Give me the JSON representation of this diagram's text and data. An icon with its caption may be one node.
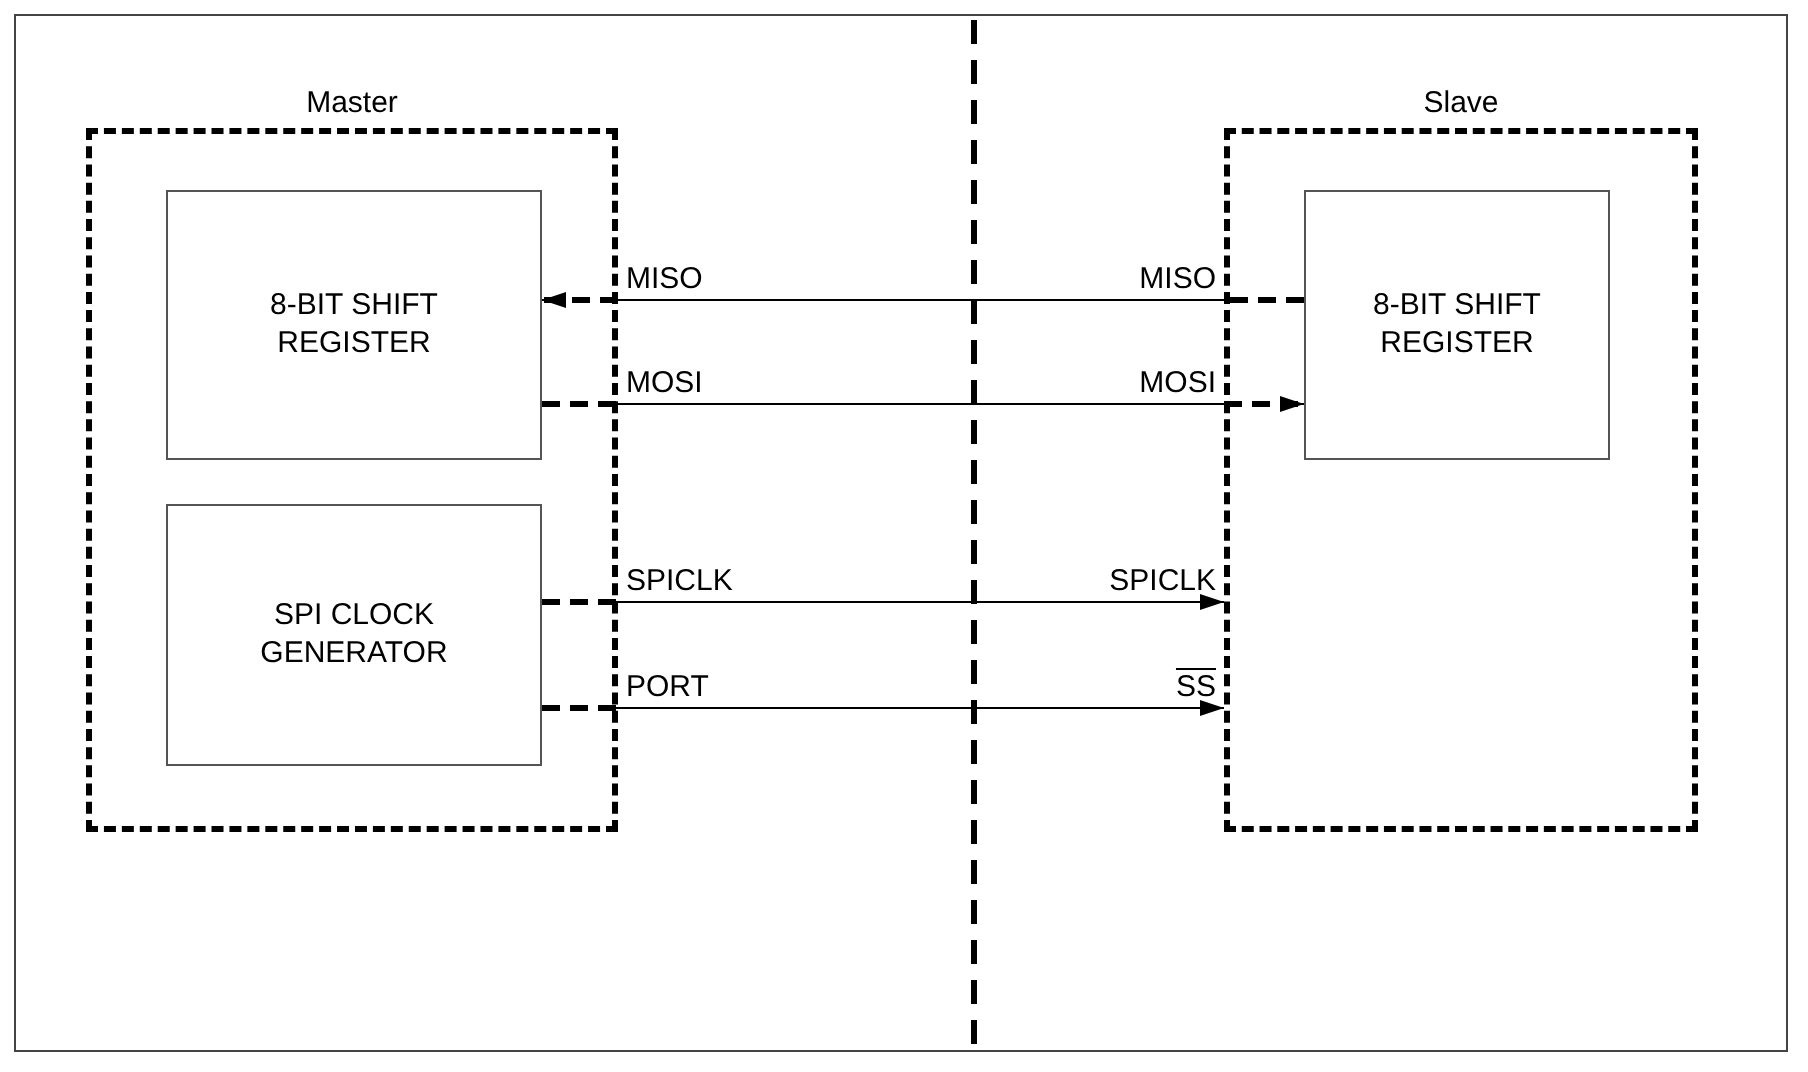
{
  "diagram": {
    "nodes": [
      {
        "text": [
          "Master"
        ]
      },
      {
        "text": [
          "8-BIT SHIFT REGISTER"
        ],
        "in": 0
      },
      {
        "text": [
          "SPI CLOCK GENERATOR"
        ],
        "in": 0
      },
      {
        "text": [
          "Slave"
        ]
      },
      {
        "text": [
          "8-BIT SHIFT REGISTER"
        ],
        "in": 3
      }
    ],
    "edges": [
      {
        "from": 4,
        "to": 1,
        "arrow": "to"
      },
      {
        "from": 1,
        "to": 4,
        "arrow": "to"
      },
      {
        "from": 2,
        "to": 3,
        "arrow": "to"
      },
      {
        "from": 2,
        "to": 3,
        "arrow": "to"
      }
    ],
    "labels": [
      "MISO",
      "MISO",
      "MOSI",
      "MOSI",
      "SPICLK",
      "SPICLK",
      "PORT",
      "SS"
    ]
  }
}
